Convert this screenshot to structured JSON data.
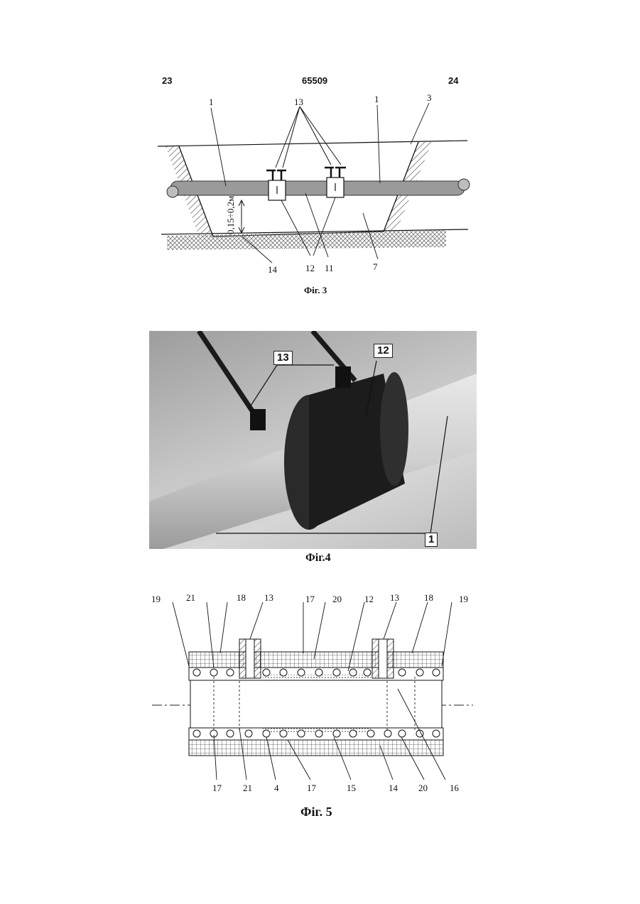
{
  "header": {
    "left_page": "23",
    "patent_number": "65509",
    "right_page": "24"
  },
  "fig3": {
    "caption": "Фіг. 3",
    "dimension_label": "0,15÷0,2м",
    "labels": {
      "pipe_left": "1",
      "pipe_right": "1",
      "trench_wall": "3",
      "thermal_wires": "13",
      "couplings": "12",
      "pipe_segment": "11",
      "bedding": "14",
      "backfill": "7"
    }
  },
  "fig4": {
    "caption": "Фіг.4",
    "labels": {
      "wires": "13",
      "coupling": "12",
      "pipe": "1"
    }
  },
  "fig5": {
    "caption": "Фіг. 5",
    "top_labels": [
      "19",
      "21",
      "18",
      "13",
      "17",
      "20",
      "12",
      "13",
      "18",
      "19"
    ],
    "bottom_labels": [
      "17",
      "21",
      "4",
      "17",
      "15",
      "14",
      "20",
      "16"
    ]
  },
  "colors": {
    "pipe": "#9a9a9a",
    "coupling": "#1a1a1a",
    "ink": "#111111"
  }
}
